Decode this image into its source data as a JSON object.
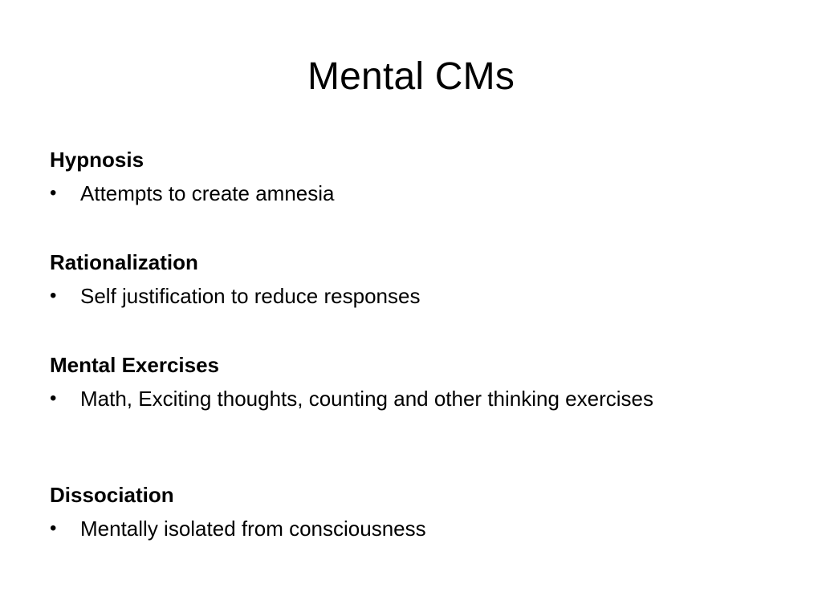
{
  "slide": {
    "title": "Mental CMs",
    "sections": [
      {
        "heading": "Hypnosis",
        "bullet": "Attempts to create amnesia"
      },
      {
        "heading": "Rationalization",
        "bullet": "Self justification to reduce responses"
      },
      {
        "heading": "Mental Exercises",
        "bullet": "Math, Exciting thoughts, counting and other thinking exercises"
      },
      {
        "heading": "Dissociation",
        "bullet": "Mentally isolated from consciousness"
      }
    ],
    "bullet_symbol": "•"
  }
}
